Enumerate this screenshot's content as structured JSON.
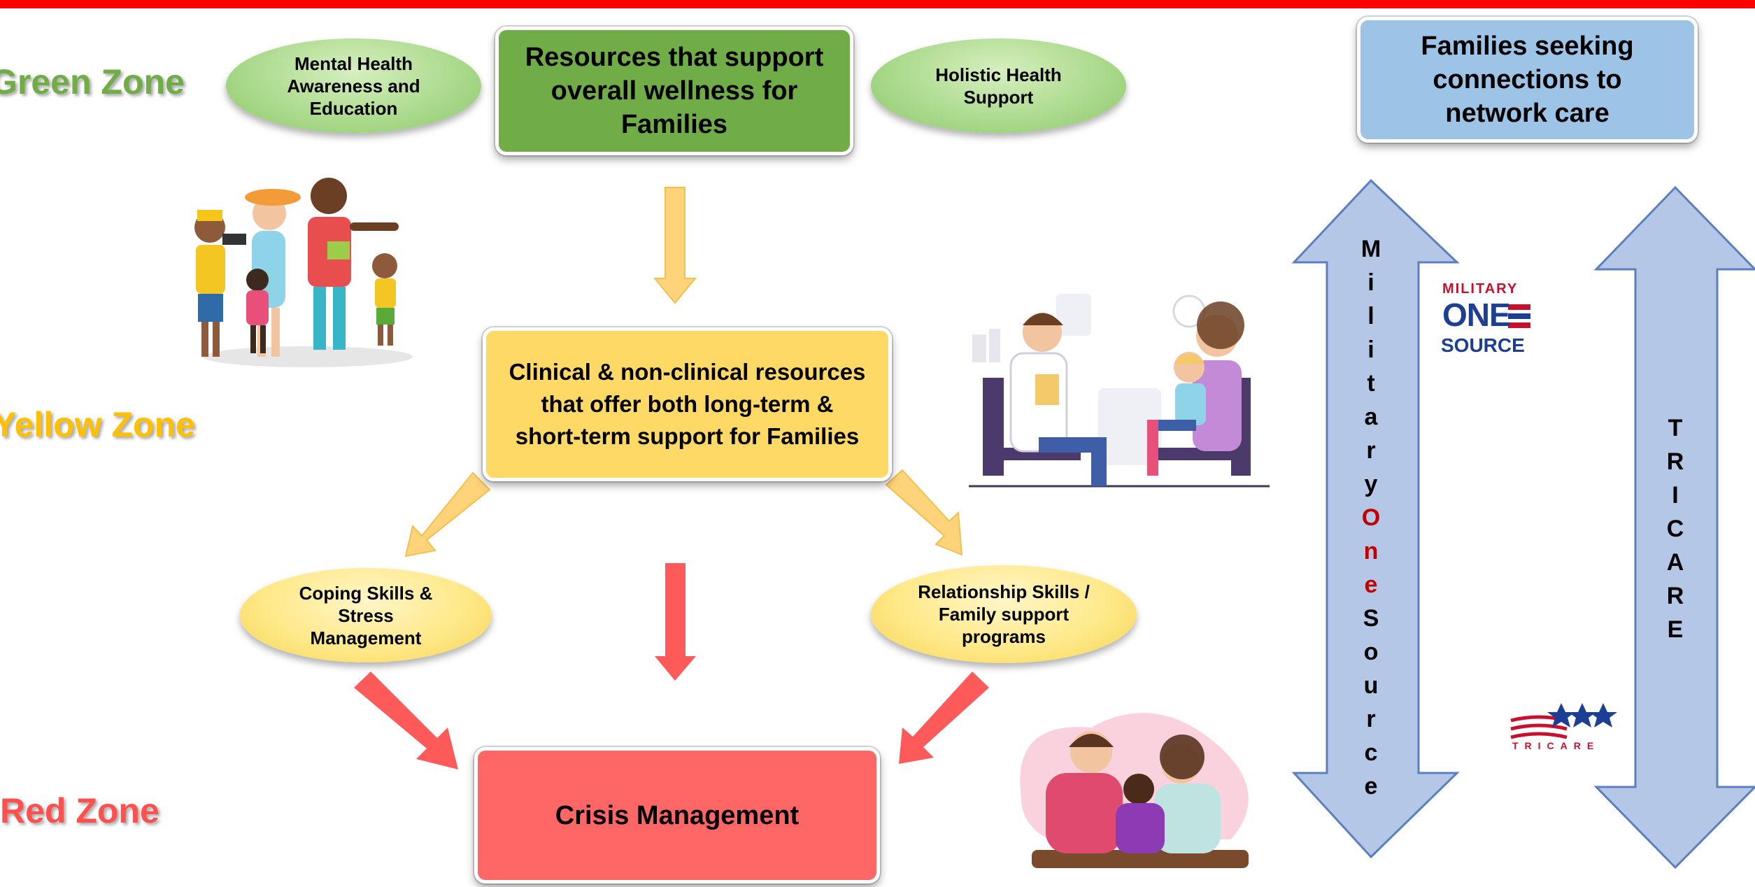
{
  "zones": {
    "green": "Green Zone",
    "yellow": "Yellow Zone",
    "red": "Red Zone"
  },
  "boxes": {
    "green_main": "Resources that support overall wellness for Families",
    "yellow_main": "Clinical & non-clinical resources that offer both long-term & short-term support for Families",
    "red_main": "Crisis Management",
    "families_seeking": "Families seeking connections to network care"
  },
  "ellipses": {
    "mental_health": "Mental Health Awareness and Education",
    "holistic": "Holistic Health Support",
    "coping": "Coping Skills & Stress Management",
    "relationship": "Relationship Skills / Family support programs"
  },
  "vertical": {
    "military_letters": [
      "M",
      "i",
      "l",
      "i",
      "t",
      "a",
      "r",
      "y",
      "O",
      "n",
      "e",
      "S",
      "o",
      "u",
      "r",
      "c",
      "e"
    ],
    "tricare_letters": [
      "T",
      "R",
      "I",
      "C",
      "A",
      "R",
      "E"
    ]
  },
  "logos": {
    "mos_line1": "MILITARY",
    "mos_line2": "ONE",
    "mos_line3": "SOURCE",
    "tricare": "TRICARE"
  },
  "colors": {
    "green_zone": "#70ad47",
    "yellow_zone": "#ffc000",
    "red_zone": "#ff5050",
    "green_box": "#70ad47",
    "yellow_box": "#ffd966",
    "red_box": "#ff6666",
    "blue_box": "#9dc3e6",
    "arrow_blue": "#b4c7e7",
    "arrow_yellow": "#ffd37a",
    "arrow_red": "#ff5a5a",
    "one_red": "#c00000"
  }
}
